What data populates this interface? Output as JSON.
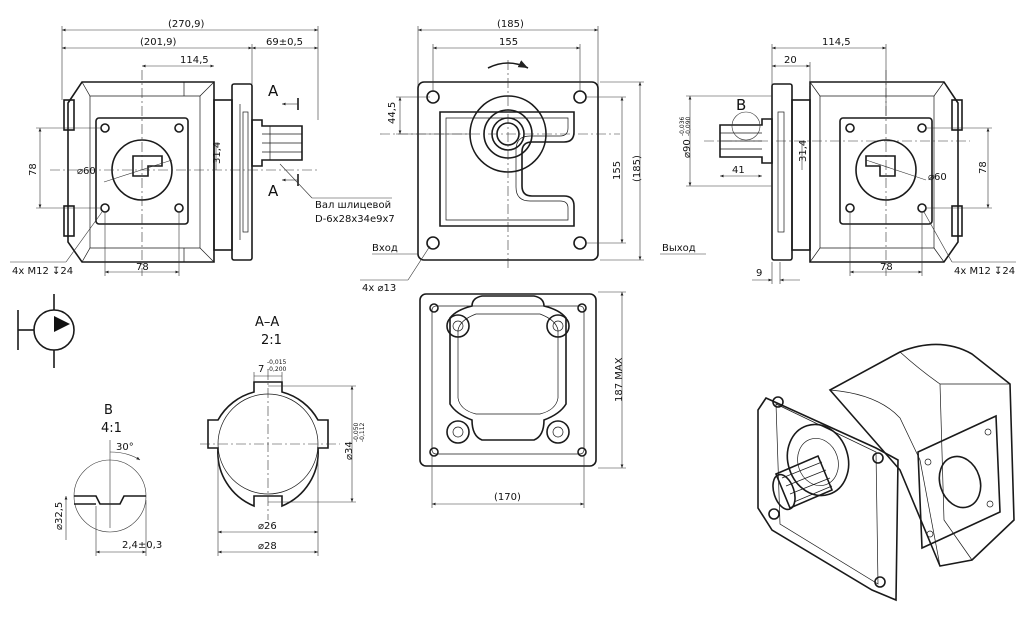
{
  "dims": {
    "front": {
      "overall": "(270,9)",
      "body": "(201,9)",
      "shaft": "69±0,5",
      "holes_x": "114,5",
      "height_78": "78",
      "port_dia": "⌀60",
      "offset": "31,4",
      "bottom_78": "78",
      "threads": "4x M12 ↧24"
    },
    "flange": {
      "overall_w": "(185)",
      "holes_w": "155",
      "top": "44,5",
      "holes_h": "155",
      "overall_h": "(185)",
      "holes": "4x ⌀13"
    },
    "right": {
      "holes_x": "114,5",
      "step": "20",
      "shaft_dia": "⌀90",
      "shaft_tol_up": "-0,036",
      "shaft_tol_lo": "-0,090",
      "shaft_len": "41",
      "offset": "31,4",
      "port_dia": "⌀60",
      "height_78": "78",
      "flange_t": "9",
      "bottom_78": "78",
      "threads": "4x M12 ↧24"
    },
    "rear": {
      "max_h": "187 MAX",
      "width": "(170)"
    },
    "section_aa": {
      "key_w": "7",
      "key_tol_up": "-0,015",
      "key_tol_lo": "-0,200",
      "outer": "⌀34",
      "outer_tol_up": "-0,050",
      "outer_tol_lo": "-0,112",
      "inner": "⌀26",
      "root": "⌀28"
    },
    "detail_b": {
      "angle": "30°",
      "dia": "⌀32,5",
      "depth": "2,4±0,3"
    }
  },
  "labels": {
    "section_mark": "A",
    "section_mark_2": "A",
    "spline_line1": "Вал шлицевой",
    "spline_line2": "D-6x28x34e9x7",
    "inlet": "Вход",
    "outlet": "Выход",
    "detail_mark": "B",
    "section_title": "A–A",
    "section_scale": "2:1",
    "detail_title": "B",
    "detail_scale": "4:1"
  }
}
